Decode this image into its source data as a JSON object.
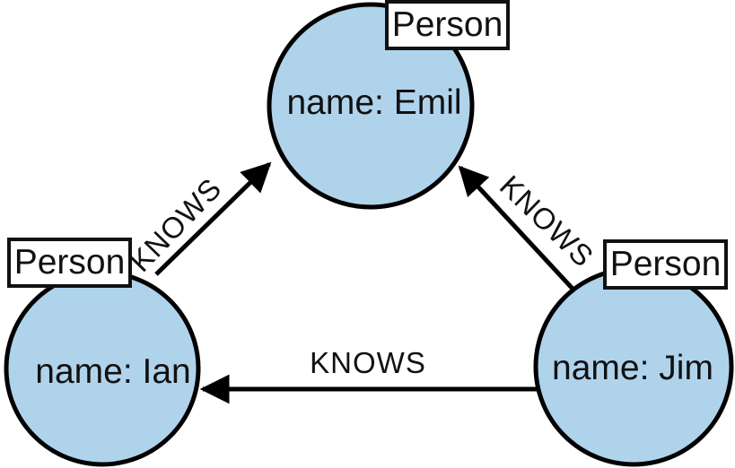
{
  "diagram": {
    "type": "property-graph",
    "node_fill": "#B0D3EC",
    "stroke_color": "#000000",
    "nodes": [
      {
        "id": "emil",
        "label": "Person",
        "caption": "name: Emil"
      },
      {
        "id": "ian",
        "label": "Person",
        "caption": "name: Ian"
      },
      {
        "id": "jim",
        "label": "Person",
        "caption": "name: Jim"
      }
    ],
    "edges": [
      {
        "from": "ian",
        "to": "emil",
        "label": "KNOWS"
      },
      {
        "from": "jim",
        "to": "emil",
        "label": "KNOWS"
      },
      {
        "from": "jim",
        "to": "ian",
        "label": "KNOWS"
      }
    ]
  }
}
